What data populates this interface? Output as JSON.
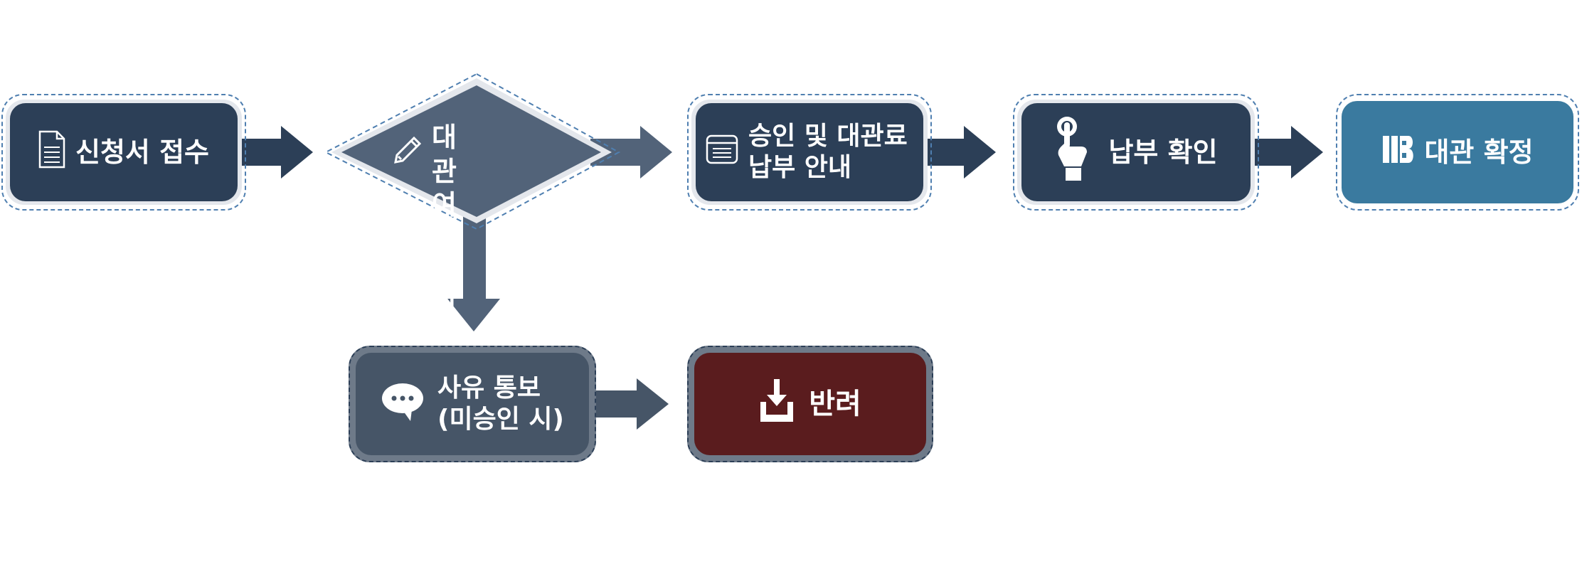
{
  "nodes": {
    "receive": "신청서 접수",
    "review": "대관 여부\n심의",
    "approve": "승인 및 대관료\n납부 안내",
    "payment": "납부 확인",
    "confirm": "대관 확정",
    "notify": "사유 통보\n(미승인 시)",
    "reject": "반려"
  },
  "icons": {
    "receive": "document-icon",
    "review": "pencil-icon",
    "approve": "window-icon",
    "payment": "hand-pointer-icon",
    "confirm": "ib-logo-icon",
    "notify": "speech-bubble-icon",
    "reject": "download-tray-icon"
  },
  "colors": {
    "dark_navy": "#2c3f57",
    "diamond": "#526379",
    "confirm": "#3a7a9f",
    "notify": "#465567",
    "reject": "#5a1c1e",
    "arrow": "#2c3f57",
    "arrow_light": "#526379"
  }
}
